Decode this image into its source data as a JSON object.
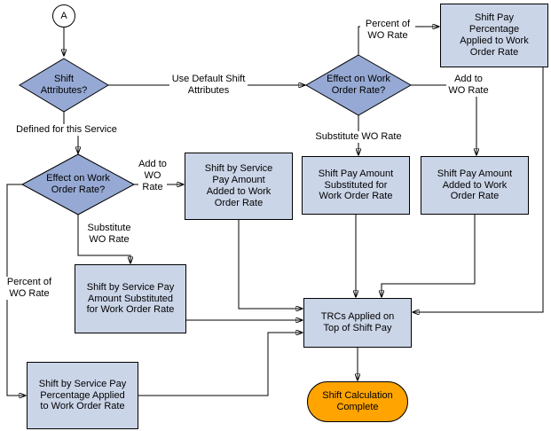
{
  "colors": {
    "diamond_fill": "#96A9D4",
    "process_fill": "#CBD5E8",
    "terminal_fill": "#FFA400",
    "line_color": "#000000"
  },
  "nodes": {
    "start_connector": "A",
    "shift_attributes": "Shift Attributes?",
    "effect_wo_rate_default": "Effect on Work Order Rate?",
    "effect_wo_rate_service": "Effect on Work Order Rate?",
    "shift_pay_percentage": "Shift Pay Percentage Applied to Work Order Rate",
    "service_amount_added": "Shift by Service Pay Amount Added to Work Order Rate",
    "shift_amount_substituted": "Shift Pay Amount Substituted for Work Order Rate",
    "shift_amount_added": "Shift Pay Amount Added to Work Order Rate",
    "service_amount_substituted": "Shift by Service Pay Amount Substituted for Work Order Rate",
    "service_percentage": "Shift by Service Pay Percentage Applied to Work Order Rate",
    "trcs_applied": "TRCs Applied on Top of Shift Pay",
    "calculation_complete": "Shift Calculation Complete"
  },
  "edge_labels": {
    "use_default": "Use Default Shift Attributes",
    "defined_for_service": "Defined for this Service",
    "percent_of_wo_rate_default": "Percent of WO Rate",
    "add_to_wo_rate_default": "Add to WO Rate",
    "substitute_wo_rate_default": "Substitute WO Rate",
    "add_to_wo_rate_service": "Add to WO Rate",
    "substitute_wo_rate_service": "Substitute WO Rate",
    "percent_of_wo_rate_service": "Percent of WO Rate"
  }
}
